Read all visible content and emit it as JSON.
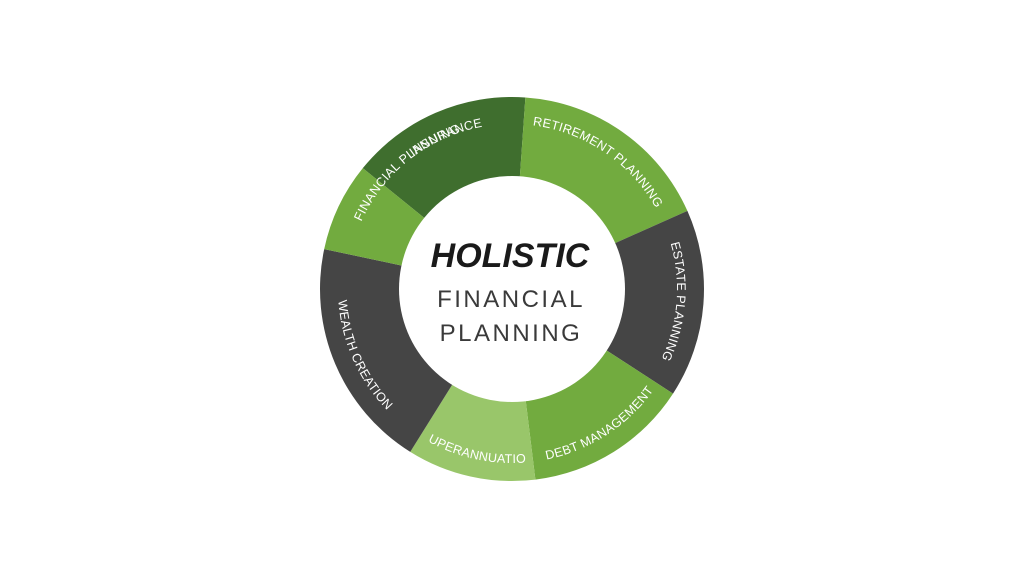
{
  "diagram": {
    "center": {
      "title": "HOLISTIC",
      "subtitle_line1": "FINANCIAL",
      "subtitle_line2": "PLANNING"
    },
    "segments": [
      {
        "label": "INSURANCE",
        "color": "#3f6e2e"
      },
      {
        "label": "RETIREMENT PLANNING",
        "color": "#72ab3f"
      },
      {
        "label": "ESTATE PLANNING",
        "color": "#454545"
      },
      {
        "label": "DEBT MANAGEMENT",
        "color": "#72ab3f"
      },
      {
        "label": "SUPERANNUATION",
        "color": "#99c66a"
      },
      {
        "label": "WEALTH CREATION",
        "color": "#454545"
      },
      {
        "label": "FINANCIAL PLANNING",
        "color": "#72ab3f"
      }
    ]
  }
}
